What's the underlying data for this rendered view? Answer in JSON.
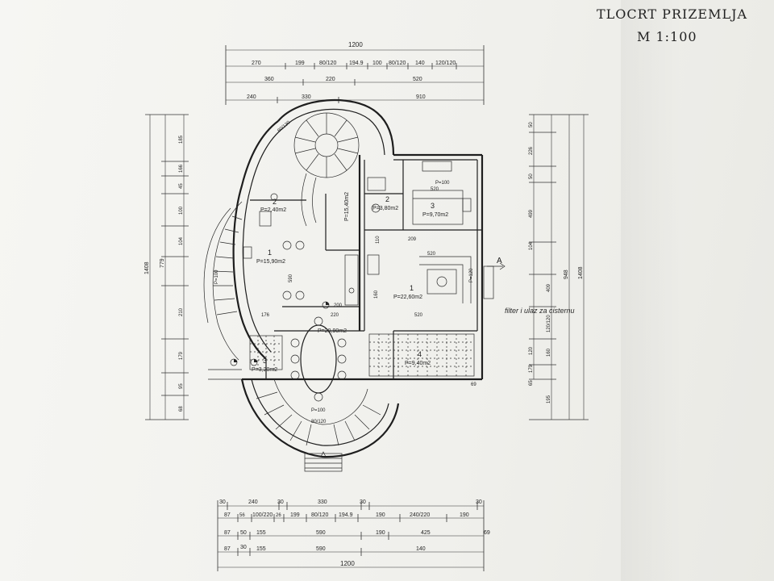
{
  "sheet": {
    "title_line1": "TLOCRT PRIZEMLJA",
    "title_line2": "M 1:100"
  },
  "dims_top": {
    "overall": "1200",
    "row1": [
      "270",
      "199",
      "80/120",
      "194.9",
      "100",
      "80/120",
      "140",
      "120/120"
    ],
    "row2": [
      "360",
      "220",
      "520"
    ],
    "row3": [
      "240",
      "330",
      "910"
    ]
  },
  "dims_bottom": {
    "row1": [
      "30",
      "240",
      "30",
      "330",
      "30",
      "30"
    ],
    "row2": [
      "87",
      "56",
      "100/220",
      "26",
      "199",
      "80/120",
      "194.9",
      "190",
      "240/220",
      "190"
    ],
    "row3": [
      "87",
      "50",
      "155",
      "590",
      "190",
      "425",
      "69"
    ],
    "row4": [
      "87",
      "30",
      "155",
      "590",
      "140"
    ],
    "overall": "1200"
  },
  "dims_left": {
    "outer": "1408",
    "mid": "779",
    "inner": [
      "185",
      "166",
      "45",
      "100",
      "104",
      "210",
      "179",
      "95",
      "68"
    ]
  },
  "dims_right": {
    "outer": "1408",
    "mid": "948",
    "inner": [
      "50",
      "226",
      "50",
      "499",
      "104",
      "409",
      "120/120",
      "160",
      "120",
      "179",
      "65",
      "195"
    ]
  },
  "rooms": [
    {
      "num": "1",
      "area": "P=15,90m2"
    },
    {
      "num": "2",
      "area": "P=2,40m2"
    },
    {
      "num": "",
      "area": "P=15,40m2"
    },
    {
      "num": "2",
      "area": "P=3,80m2"
    },
    {
      "num": "3",
      "area": "P=9,70m2"
    },
    {
      "num": "1",
      "area": "P=22,60m2"
    },
    {
      "num": "",
      "area": "P=20,90m2"
    },
    {
      "num": "3",
      "area": "P=3,20m2"
    },
    {
      "num": "4",
      "area": "P=9,40m2"
    }
  ],
  "labels": {
    "note": "filter i ulaz za cisternu",
    "section_mark": "A",
    "arc_dim": "80/120",
    "p100_a": "P=100",
    "p100_b": "P=100",
    "p100_c": "P=100",
    "p120": "P=120",
    "d520a": "520",
    "d520b": "520",
    "d520c": "520",
    "d209": "209",
    "d176": "176",
    "d220": "220",
    "d200": "200",
    "d160": "160",
    "d590": "590",
    "d110": "110",
    "d69": "69"
  }
}
